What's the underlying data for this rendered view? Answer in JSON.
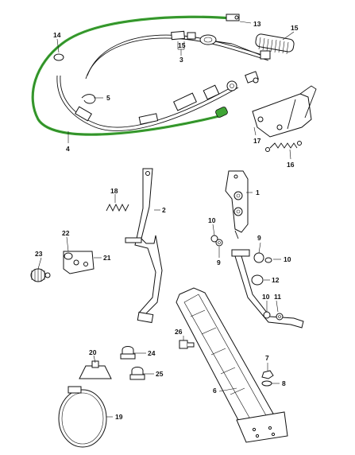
{
  "diagram": {
    "highlight_color": "#3fa535",
    "line_color": "#111111",
    "labels": {
      "p1": "1",
      "p2": "2",
      "p3": "3",
      "p4": "4",
      "p5": "5",
      "p6": "6",
      "p7": "7",
      "p8": "8",
      "p9a": "9",
      "p9b": "9",
      "p10a": "10",
      "p10b": "10",
      "p10c": "10",
      "p11": "11",
      "p12": "12",
      "p13": "13",
      "p14": "14",
      "p15a": "15",
      "p15b": "15",
      "p16": "16",
      "p17": "17",
      "p18": "18",
      "p19": "19",
      "p20": "20",
      "p21": "21",
      "p22": "22",
      "p23": "23",
      "p24": "24",
      "p25": "25",
      "p26": "26"
    }
  }
}
